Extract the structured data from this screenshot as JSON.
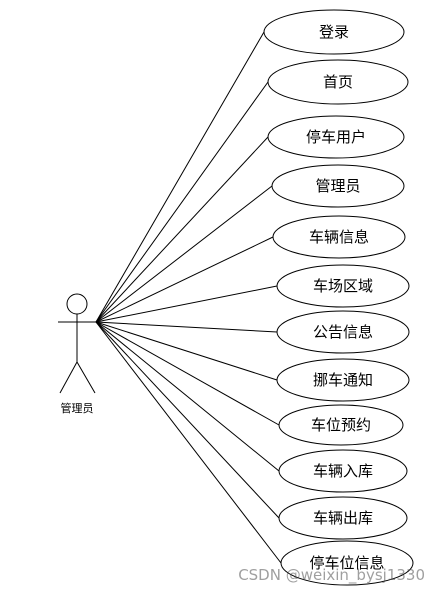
{
  "actor": {
    "label": "管理员"
  },
  "use_cases": [
    {
      "id": "login",
      "label": "登录"
    },
    {
      "id": "home",
      "label": "首页"
    },
    {
      "id": "parking-user",
      "label": "停车用户"
    },
    {
      "id": "admin",
      "label": "管理员"
    },
    {
      "id": "vehicle-info",
      "label": "车辆信息"
    },
    {
      "id": "lot-area",
      "label": "车场区域"
    },
    {
      "id": "notice-info",
      "label": "公告信息"
    },
    {
      "id": "move-car-notice",
      "label": "挪车通知"
    },
    {
      "id": "space-reservation",
      "label": "车位预约"
    },
    {
      "id": "vehicle-in",
      "label": "车辆入库"
    },
    {
      "id": "vehicle-out",
      "label": "车辆出库"
    },
    {
      "id": "space-info",
      "label": "停车位信息"
    }
  ],
  "watermark": "CSDN @weixin_bysj1330"
}
